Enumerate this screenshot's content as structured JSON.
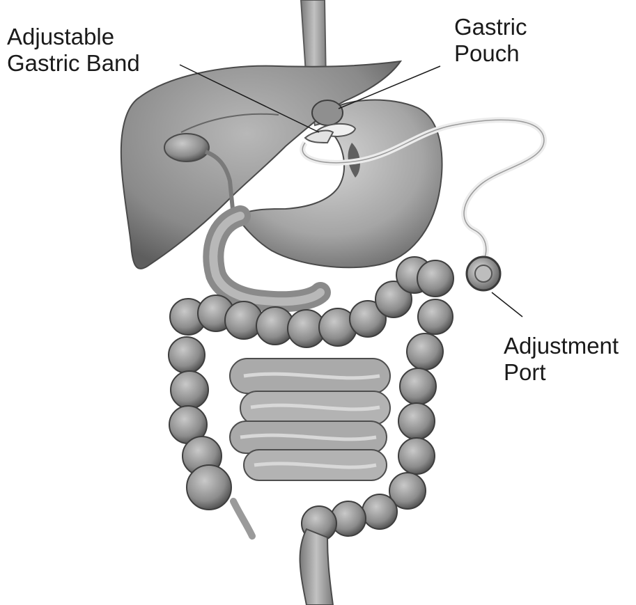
{
  "labels": {
    "band": {
      "line1": "Adjustable",
      "line2": "Gastric Band"
    },
    "pouch": {
      "line1": "Gastric",
      "line2": "Pouch"
    },
    "port": {
      "line1": "Adjustment",
      "line2": "Port"
    }
  },
  "colors": {
    "background": "#ffffff",
    "organ_dark": "#6e6e6e",
    "organ_mid": "#9a9a9a",
    "organ_light": "#c8c8c8",
    "band": "#e8e8e8",
    "leader_line": "#1a1a1a"
  }
}
